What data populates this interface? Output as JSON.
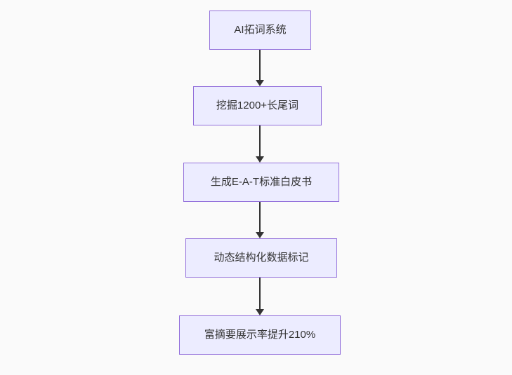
{
  "diagram": {
    "type": "flowchart",
    "direction": "top-down",
    "nodes": [
      {
        "id": "step-1",
        "label": "AI拓词系统"
      },
      {
        "id": "step-2",
        "label": "挖掘1200+长尾词"
      },
      {
        "id": "step-3",
        "label": "生成E-A-T标准白皮书"
      },
      {
        "id": "step-4",
        "label": "动态结构化数据标记"
      },
      {
        "id": "step-5",
        "label": "富摘要展示率提升210%"
      }
    ],
    "edges": [
      {
        "from": "step-1",
        "to": "step-2",
        "style": "arrow"
      },
      {
        "from": "step-2",
        "to": "step-3",
        "style": "arrow"
      },
      {
        "from": "step-3",
        "to": "step-4",
        "style": "arrow"
      },
      {
        "from": "step-4",
        "to": "step-5",
        "style": "arrow"
      }
    ]
  },
  "colors": {
    "bg": "#fafafa",
    "node_fill": "#ececff",
    "node_border": "#9370db",
    "node_text": "#333333",
    "arrow": "#333333"
  }
}
